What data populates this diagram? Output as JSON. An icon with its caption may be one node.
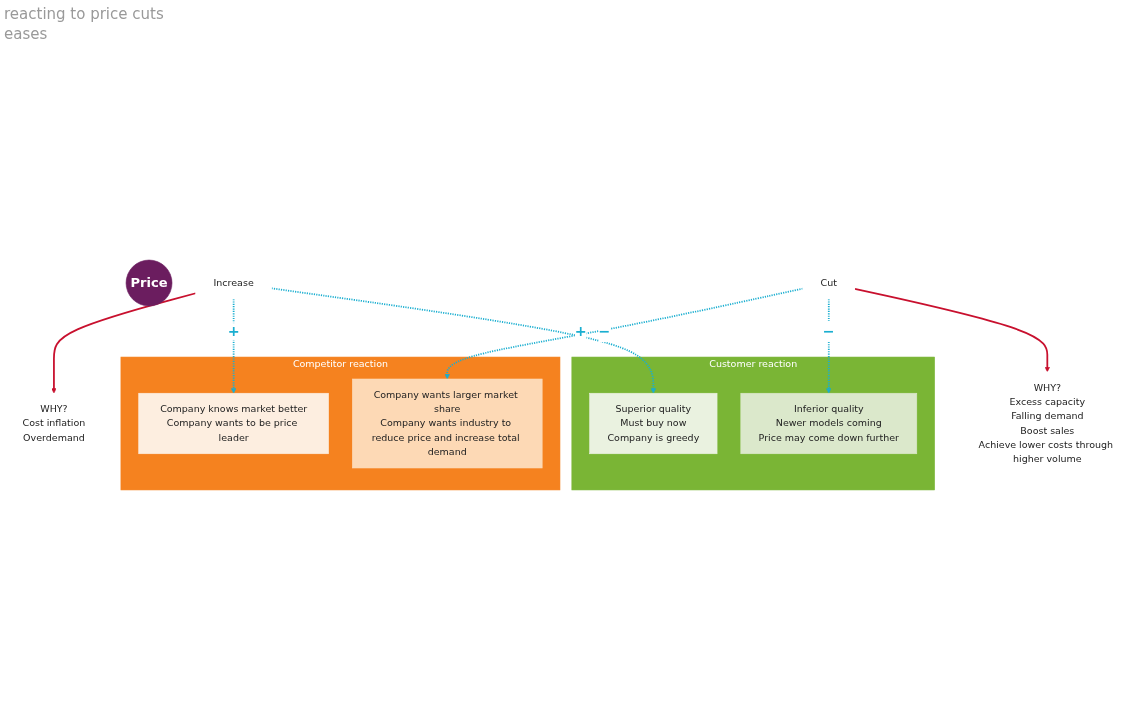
{
  "diagram": {
    "nodes": [
      {
        "text": [
          "Price"
        ]
      },
      {
        "text": [
          "Increase"
        ]
      },
      {
        "text": [
          "Cut"
        ]
      },
      {
        "text": [
          "WHY?",
          "Cost inflation",
          "Overdemand"
        ]
      },
      {
        "text": [
          "WHY?",
          "Excess capacity",
          "Falling demand",
          "Boost sales",
          "Achieve lower costs through higher volume"
        ]
      },
      {
        "text": [
          "Competitor reaction"
        ]
      },
      {
        "text": [
          "Company knows market better",
          "Company wants to be price leader"
        ],
        "in": 5
      },
      {
        "text": [
          "Company wants larger market share",
          "Company wants industry to reduce price and increase total demand"
        ],
        "in": 5
      },
      {
        "text": [
          "Customer reaction"
        ]
      },
      {
        "text": [
          "Superior quality",
          "Must buy now",
          "Company is greedy"
        ],
        "in": 8
      },
      {
        "text": [
          "Inferior quality",
          "Newer models coming",
          "Price may come down further"
        ],
        "in": 8
      }
    ],
    "edges": [
      {
        "from": 1,
        "to": 3,
        "arrow": "to",
        "color": "#c8102e"
      },
      {
        "from": 1,
        "to": 6,
        "arrow": "to",
        "label": "+",
        "style": "dashed"
      },
      {
        "from": 1,
        "to": 9,
        "arrow": "to",
        "label": "+",
        "style": "dashed"
      },
      {
        "from": 2,
        "to": 7,
        "arrow": "to",
        "label": "−",
        "style": "dashed"
      },
      {
        "from": 2,
        "to": 10,
        "arrow": "to",
        "label": "−",
        "style": "dashed"
      },
      {
        "from": 2,
        "to": 4,
        "arrow": "to",
        "color": "#c8102e"
      }
    ],
    "labels": [
      "reacting to price cuts",
      "eases"
    ]
  }
}
